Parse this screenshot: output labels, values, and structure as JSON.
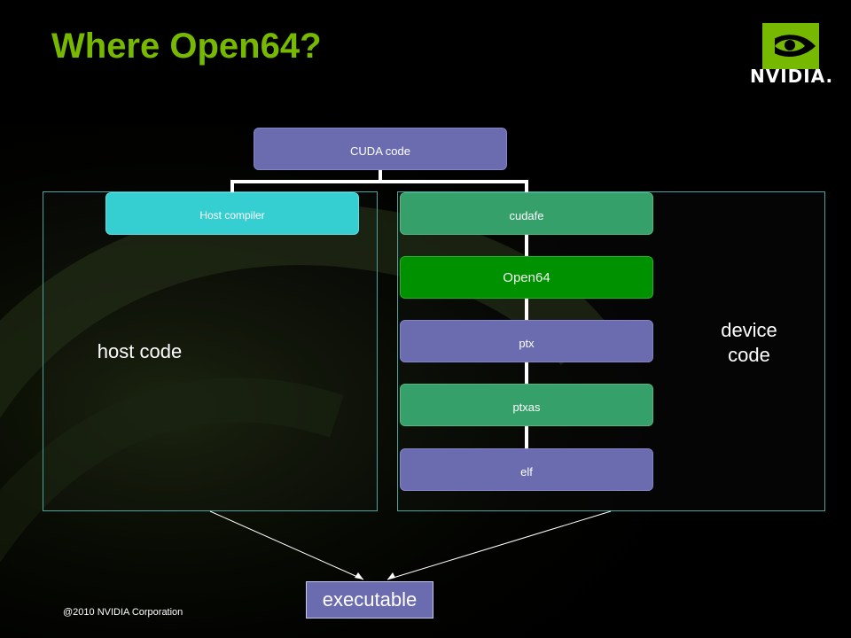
{
  "slide": {
    "title": "Where Open64?",
    "logo_text": "NVIDIA.",
    "footer": "@2010 NVIDIA Corporation",
    "host_region_label": "host code",
    "device_region_label": "device code",
    "output_label": "executable"
  },
  "nodes": {
    "cuda_code": "CUDA code",
    "host_compiler": "Host compiler",
    "cudafe": "cudafe",
    "open64": "Open64",
    "ptx": "ptx",
    "ptxas": "ptxas",
    "elf": "elf"
  },
  "colors": {
    "title_green": "#76b900",
    "node_purple": "#6b6bb0",
    "node_teal": "#36cfd1",
    "node_green": "#35a06a",
    "node_highlight": "#009100",
    "region_border": "#4aa3a3"
  }
}
